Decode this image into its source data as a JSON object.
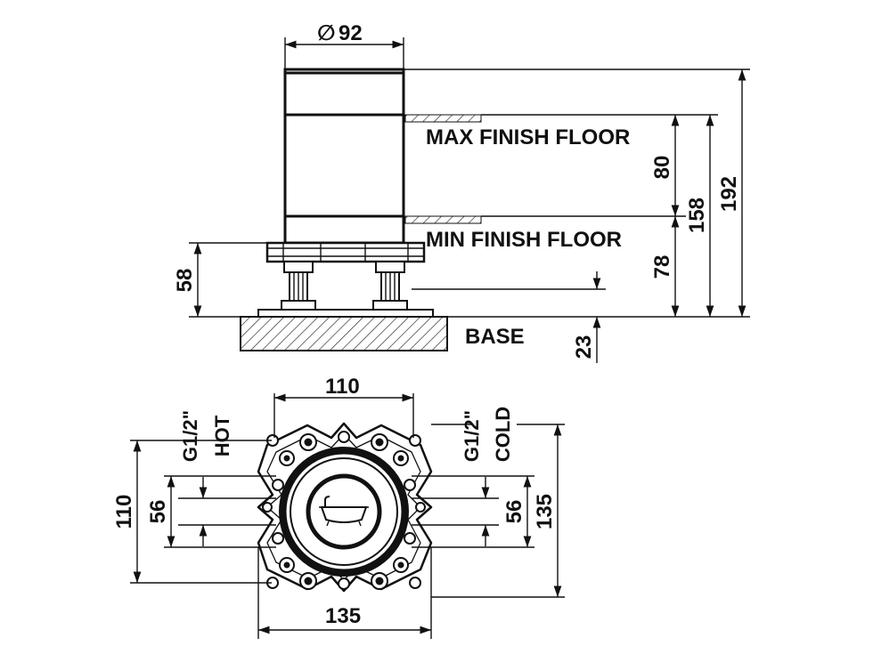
{
  "side_view": {
    "diameter_symbol": "∅",
    "diameter_value": "92",
    "label_max_floor": "MAX FINISH FLOOR",
    "label_min_floor": "MIN FINISH FLOOR",
    "label_base": "BASE",
    "dim_80": "80",
    "dim_158": "158",
    "dim_192": "192",
    "dim_78": "78",
    "dim_58": "58",
    "dim_23": "23"
  },
  "plan_view": {
    "dim_top_110": "110",
    "dim_bottom_135": "135",
    "dim_left_110": "110",
    "dim_left_56": "56",
    "dim_right_56": "56",
    "dim_right_135": "135",
    "hot_thread": "G1/2\"",
    "hot_label": "HOT",
    "cold_thread": "G1/2\"",
    "cold_label": "COLD",
    "center_icon": "bathtub-icon"
  }
}
